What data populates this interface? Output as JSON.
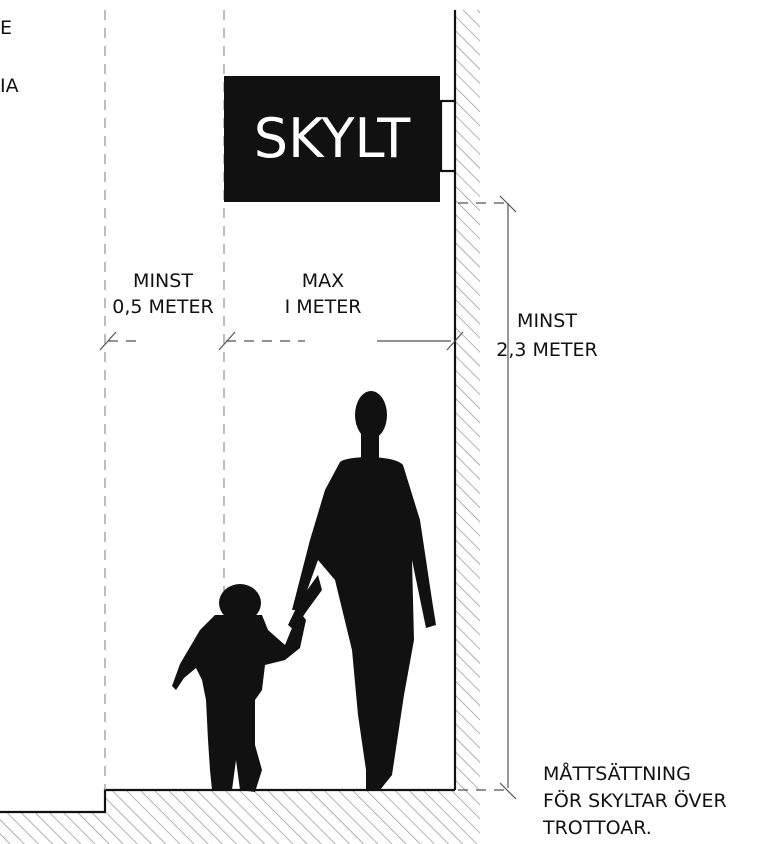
{
  "left_fragments": [
    "E",
    "IA"
  ],
  "sign": {
    "text": "SKYLT"
  },
  "labels": {
    "min_offset": [
      "MINST",
      "0,5 METER"
    ],
    "max_projection": [
      "MAX",
      "I METER"
    ],
    "min_height": [
      "MINST",
      "2,3 METER"
    ]
  },
  "caption": [
    "MÅTTSÄTTNING",
    "FÖR SKYLTAR ÖVER",
    "TROTTOAR."
  ],
  "colors": {
    "ink": "#111111",
    "background": "#ffffff",
    "sign_text": "#ffffff",
    "hatch": "#8a8a8a",
    "dash": "#9a9a9a"
  }
}
